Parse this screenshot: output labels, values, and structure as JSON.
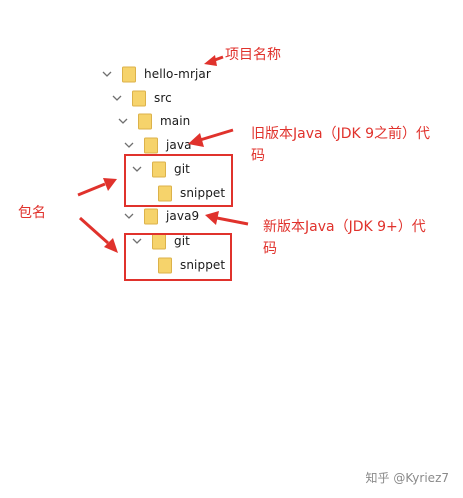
{
  "tree": {
    "items": [
      {
        "label": "hello-mrjar",
        "icon": "folder-icon"
      },
      {
        "label": "src",
        "icon": "folder-icon"
      },
      {
        "label": "main",
        "icon": "folder-icon"
      },
      {
        "label": "java",
        "icon": "folder-icon"
      },
      {
        "label": "git",
        "icon": "folder-icon"
      },
      {
        "label": "snippet",
        "icon": "folder-icon"
      },
      {
        "label": "java9",
        "icon": "folder-icon"
      },
      {
        "label": "git",
        "icon": "folder-icon"
      },
      {
        "label": "snippet",
        "icon": "folder-icon"
      }
    ]
  },
  "annotations": {
    "project_name": "项目名称",
    "old_version_line1": "旧版本Java（JDK 9之前）代",
    "old_version_line2": "码",
    "package_name": "包名",
    "new_version_line1": "新版本Java（JDK 9+）代",
    "new_version_line2": "码"
  },
  "watermark": "知乎 @Kyriez7",
  "colors": {
    "annotation_red": "#e0322c",
    "folder_yellow": "#f6d36b",
    "chevron_gray": "#707070"
  }
}
